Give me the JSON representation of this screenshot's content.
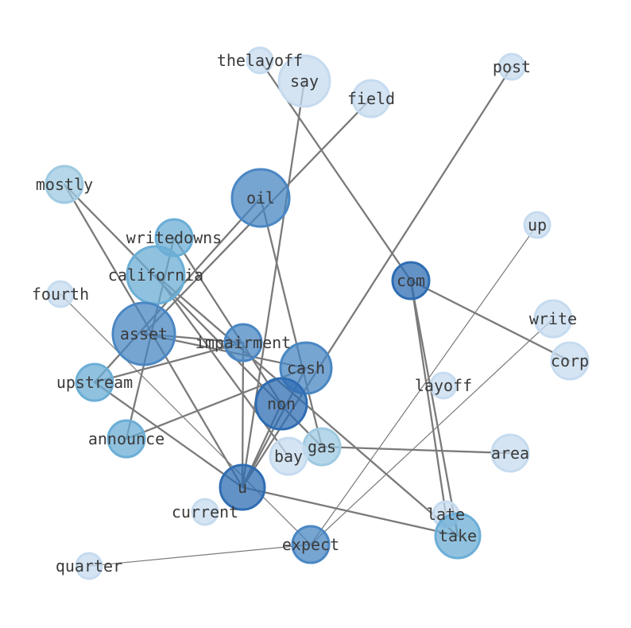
{
  "graph": {
    "nodes": [
      {
        "id": "thelayoff",
        "label": "thelayoff",
        "level": 1,
        "weight": 1
      },
      {
        "id": "say",
        "label": "say",
        "level": 1,
        "weight": 4
      },
      {
        "id": "field",
        "label": "field",
        "level": 1,
        "weight": 2
      },
      {
        "id": "post",
        "label": "post",
        "level": 1,
        "weight": 1
      },
      {
        "id": "mostly",
        "label": "mostly",
        "level": 2,
        "weight": 2
      },
      {
        "id": "oil",
        "label": "oil",
        "level": 4,
        "weight": 5
      },
      {
        "id": "up",
        "label": "up",
        "level": 1,
        "weight": 1
      },
      {
        "id": "writedowns",
        "label": "writedowns",
        "level": 3,
        "weight": 2
      },
      {
        "id": "california",
        "label": "california",
        "level": 3,
        "weight": 5
      },
      {
        "id": "com",
        "label": "com",
        "level": 5,
        "weight": 2
      },
      {
        "id": "fourth",
        "label": "fourth",
        "level": 1,
        "weight": 1
      },
      {
        "id": "write",
        "label": "write",
        "level": 1,
        "weight": 2
      },
      {
        "id": "asset",
        "label": "asset",
        "level": 4,
        "weight": 6
      },
      {
        "id": "impairment",
        "label": "impairment",
        "level": 4,
        "weight": 2
      },
      {
        "id": "corp",
        "label": "corp",
        "level": 1,
        "weight": 2
      },
      {
        "id": "cash",
        "label": "cash",
        "level": 4,
        "weight": 4
      },
      {
        "id": "upstream",
        "label": "upstream",
        "level": 3,
        "weight": 2
      },
      {
        "id": "layoff",
        "label": "layoff",
        "level": 1,
        "weight": 1
      },
      {
        "id": "non",
        "label": "non",
        "level": 5,
        "weight": 4
      },
      {
        "id": "announce",
        "label": "announce",
        "level": 3,
        "weight": 2
      },
      {
        "id": "gas",
        "label": "gas",
        "level": 2,
        "weight": 2
      },
      {
        "id": "bay",
        "label": "bay",
        "level": 1,
        "weight": 2
      },
      {
        "id": "area",
        "label": "area",
        "level": 1,
        "weight": 2
      },
      {
        "id": "u",
        "label": "u",
        "level": 5,
        "weight": 3
      },
      {
        "id": "current",
        "label": "current",
        "level": 1,
        "weight": 1
      },
      {
        "id": "late",
        "label": "late",
        "level": 1,
        "weight": 1
      },
      {
        "id": "take",
        "label": "take",
        "level": 3,
        "weight": 3
      },
      {
        "id": "expect",
        "label": "expect",
        "level": 4,
        "weight": 2
      },
      {
        "id": "quarter",
        "label": "quarter",
        "level": 1,
        "weight": 1
      }
    ],
    "edges": [
      {
        "source": "thelayoff",
        "target": "com",
        "strength": 2
      },
      {
        "source": "say",
        "target": "u",
        "strength": 2
      },
      {
        "source": "field",
        "target": "asset",
        "strength": 2
      },
      {
        "source": "post",
        "target": "u",
        "strength": 2
      },
      {
        "source": "mostly",
        "target": "u",
        "strength": 2
      },
      {
        "source": "mostly",
        "target": "gas",
        "strength": 2
      },
      {
        "source": "oil",
        "target": "upstream",
        "strength": 2
      },
      {
        "source": "oil",
        "target": "gas",
        "strength": 2
      },
      {
        "source": "writedowns",
        "target": "announce",
        "strength": 2
      },
      {
        "source": "writedowns",
        "target": "non",
        "strength": 2
      },
      {
        "source": "california",
        "target": "take",
        "strength": 2
      },
      {
        "source": "california",
        "target": "bay",
        "strength": 2
      },
      {
        "source": "asset",
        "target": "impairment",
        "strength": 2
      },
      {
        "source": "asset",
        "target": "cash",
        "strength": 2
      },
      {
        "source": "impairment",
        "target": "u",
        "strength": 2
      },
      {
        "source": "impairment",
        "target": "upstream",
        "strength": 2
      },
      {
        "source": "com",
        "target": "late",
        "strength": 2
      },
      {
        "source": "com",
        "target": "take",
        "strength": 2
      },
      {
        "source": "com",
        "target": "corp",
        "strength": 2
      },
      {
        "source": "cash",
        "target": "announce",
        "strength": 2
      },
      {
        "source": "non",
        "target": "u",
        "strength": 2
      },
      {
        "source": "gas",
        "target": "area",
        "strength": 2
      },
      {
        "source": "u",
        "target": "take",
        "strength": 2
      },
      {
        "source": "u",
        "target": "cash",
        "strength": 2
      },
      {
        "source": "fourth",
        "target": "expect",
        "strength": 1
      },
      {
        "source": "up",
        "target": "expect",
        "strength": 1
      },
      {
        "source": "write",
        "target": "expect",
        "strength": 1
      },
      {
        "source": "quarter",
        "target": "expect",
        "strength": 1
      },
      {
        "source": "upstream",
        "target": "u",
        "strength": 2
      }
    ]
  },
  "palette": {
    "levels": {
      "1": "#c6dbef",
      "2": "#9ecae1",
      "3": "#6baed6",
      "4": "#4a87c3",
      "5": "#2f6db3"
    },
    "edge_color": "#7a7a7a",
    "label_color": "#3a3a3a"
  }
}
